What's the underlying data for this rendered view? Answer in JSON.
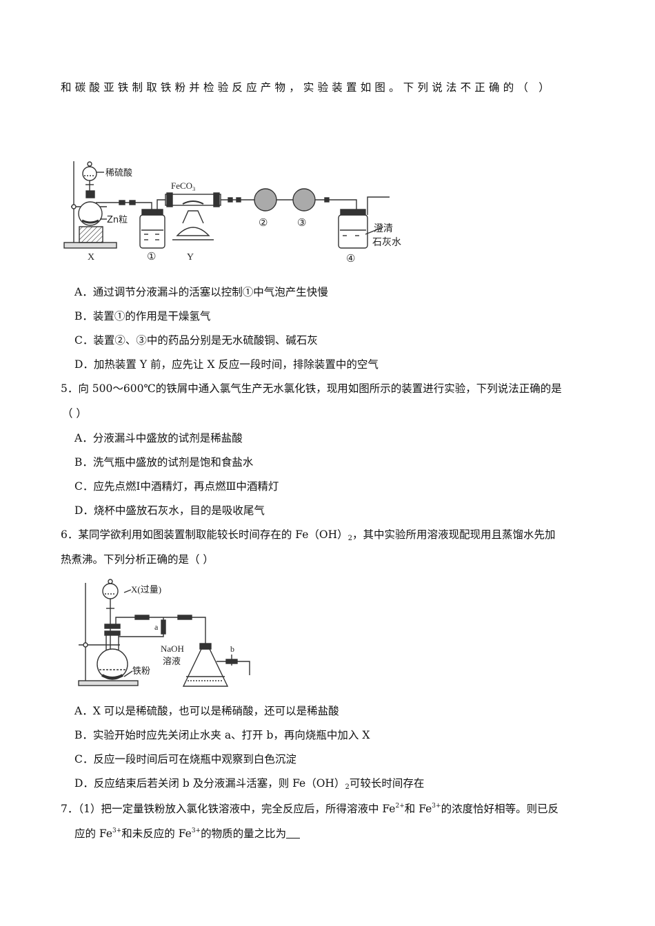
{
  "q4": {
    "stem_cont": "和碳酸亚铁制取铁粉并检验反应产物，实验装置如图。下列说法不正确的（        ）",
    "figure": {
      "labels": {
        "acid": "稀硫酸",
        "zn": "Zn粒",
        "feco3_main": "FeCO",
        "feco3_sub": "3",
        "x": "X",
        "y": "Y",
        "n1": "①",
        "n2": "②",
        "n3": "③",
        "n4": "④",
        "limewater_1": "澄清",
        "limewater_2": "石灰水"
      }
    },
    "options": [
      "A．通过调节分液漏斗的活塞以控制①中气泡产生快慢",
      "B．装置①的作用是干燥氢气",
      "C．装置②、③中的药品分别是无水硫酸铜、碱石灰",
      "D．加热装置 Y 前，应先让 X 反应一段时间，排除装置中的空气"
    ]
  },
  "q5": {
    "stem_line1": "5．向 500～600℃的铁屑中通入氯气生产无水氯化铁，现用如图所示的装置进行实验，下列说法正确的是",
    "stem_line2": "（      ）",
    "options": [
      "A．分液漏斗中盛放的试剂是稀盐酸",
      "B．洗气瓶中盛放的试剂是饱和食盐水",
      "C．应先点燃Ⅰ中酒精灯，再点燃Ⅲ中酒精灯",
      "D．烧杯中盛放石灰水，目的是吸收尾气"
    ]
  },
  "q6": {
    "stem_line1_a": "6．某同学欲利用如图装置制取能较长时间存在的 Fe（OH）",
    "stem_line1_sub": "2",
    "stem_line1_b": "，其中实验所用溶液现配现用且蒸馏水先加",
    "stem_line2": "热煮沸。下列分析正确的是（      ）",
    "figure": {
      "labels": {
        "x_excess": "X(过量)",
        "a": "a",
        "b": "b",
        "naoh_1": "NaOH",
        "naoh_2": "溶液",
        "iron": "铁粉"
      }
    },
    "options": {
      "a": "A．X 可以是稀硫酸，也可以是稀硝酸，还可以是稀盐酸",
      "b": "B．实验开始时应先关闭止水夹 a、打开 b，再向烧瓶中加入 X",
      "c": "C．反应一段时间后可在烧瓶中观察到白色沉淀",
      "d_a": "D．反应结束后若关闭 b 及分液漏斗活塞，则 Fe（OH）",
      "d_sub": "2",
      "d_b": "可较长时间存在"
    }
  },
  "q7": {
    "line1_a": "7．（1）把一定量铁粉放入氯化铁溶液中，完全反应后，所得溶液中 Fe",
    "line1_sup1": "2+",
    "line1_b": "和 Fe",
    "line1_sup2": "3+",
    "line1_c": "的浓度恰好相等。则已反",
    "line2_a": "应的 Fe",
    "line2_sup1": "3+",
    "line2_b": "和未反应的 Fe",
    "line2_sup2": "3+",
    "line2_c": "的物质的量之比为"
  }
}
